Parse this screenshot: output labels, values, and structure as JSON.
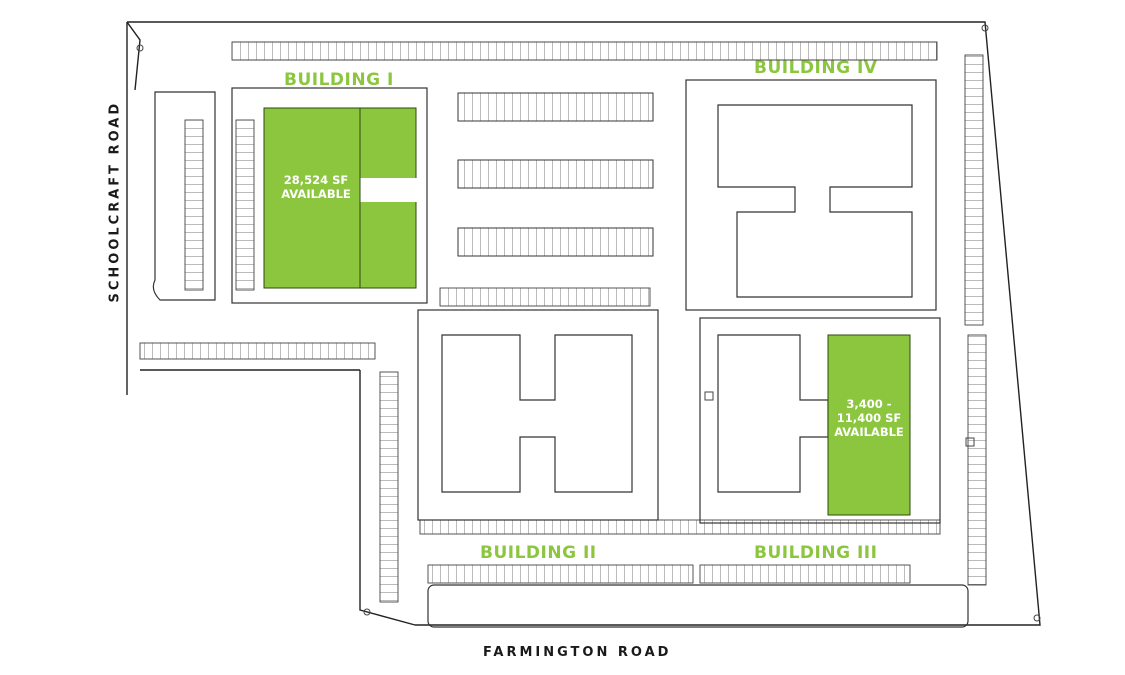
{
  "buildings": {
    "b1": {
      "label": "BUILDING I"
    },
    "b2": {
      "label": "BUILDING II"
    },
    "b3": {
      "label": "BUILDING III"
    },
    "b4": {
      "label": "BUILDING IV"
    }
  },
  "availability": {
    "b1": {
      "line1": "28,524 SF",
      "line2": "AVAILABLE"
    },
    "b3": {
      "line1": "3,400 -",
      "line2": "11,400 SF",
      "line3": "AVAILABLE"
    }
  },
  "roads": {
    "west": "SCHOOLCRAFT ROAD",
    "south": "FARMINGTON ROAD"
  },
  "colors": {
    "available_fill": "#8cc63f",
    "label_green": "#8cc63f",
    "linework": "#3a3a3a"
  }
}
